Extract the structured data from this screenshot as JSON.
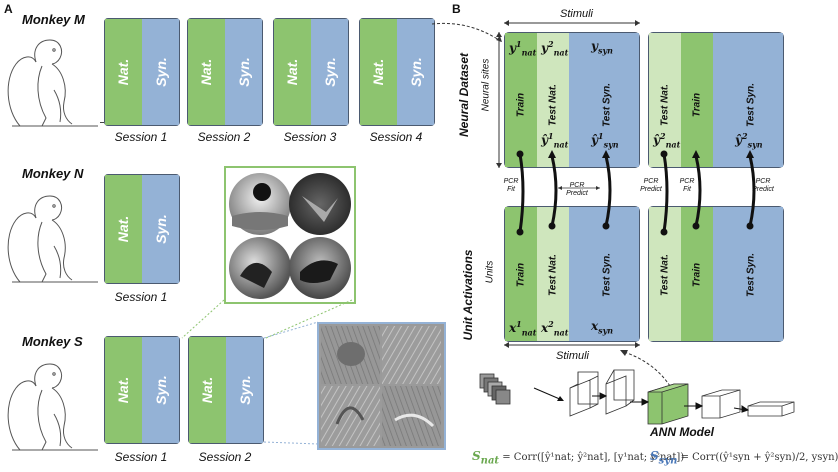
{
  "panels": {
    "a": "A",
    "b": "B"
  },
  "monkeys": [
    {
      "name": "Monkey M",
      "sessions": [
        "Session 1",
        "Session 2",
        "Session 3",
        "Session 4"
      ]
    },
    {
      "name": "Monkey N",
      "sessions": [
        "Session 1"
      ]
    },
    {
      "name": "Monkey S",
      "sessions": [
        "Session 1",
        "Session 2"
      ]
    }
  ],
  "block_labels": {
    "nat": "Nat.",
    "syn": "Syn."
  },
  "diagram": {
    "stimuli": "Stimuli",
    "neural_dataset": "Neural Dataset",
    "neural_sites": "Neural sites",
    "unit_activations": "Unit Activations",
    "units": "Units",
    "train": "Train",
    "test_nat": "Test Nat.",
    "test_syn": "Test Syn.",
    "pcr_fit": "PCR\nFit",
    "pcr_predict": "PCR\nPredict",
    "ann_model": "ANN Model"
  },
  "math": {
    "y": "y",
    "x": "x",
    "nat": "nat",
    "syn": "syn",
    "one": "1",
    "two": "2",
    "hat_y": "ŷ",
    "s_nat_lhs": "S",
    "s_syn_lhs": "S",
    "s_nat_rhs": "= Corr([ŷ¹nat; ŷ²nat], [y¹nat; y²nat])",
    "s_syn_rhs": "= Corr((ŷ¹syn + ŷ²syn)/2, ysyn)"
  },
  "colors": {
    "green": "#8dc46f",
    "light_green": "#cfe6bd",
    "blue": "#94b2d6",
    "stroke": "#4b5a70"
  }
}
